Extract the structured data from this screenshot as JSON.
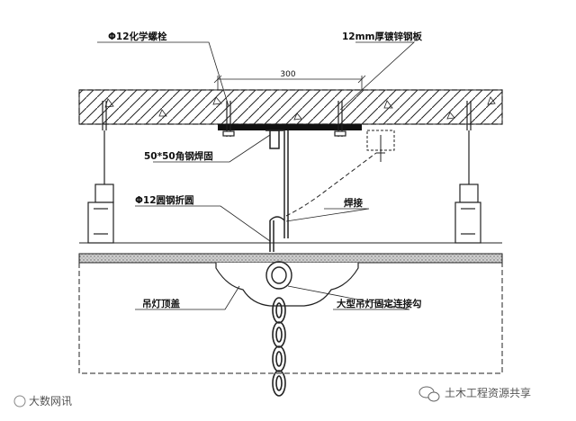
{
  "labels": {
    "bolt": "Φ12化学螺栓",
    "plate": "12mm厚镀锌钢板",
    "dimension": "300",
    "angle_steel": "50*50角钢焊固",
    "round_steel": "Φ12圆钢折圆",
    "weld": "焊接",
    "cover": "吊灯顶盖",
    "hook": "大型吊灯固定连接勾"
  },
  "watermarks": {
    "left": "大数网讯",
    "right": "土木工程资源共享"
  }
}
